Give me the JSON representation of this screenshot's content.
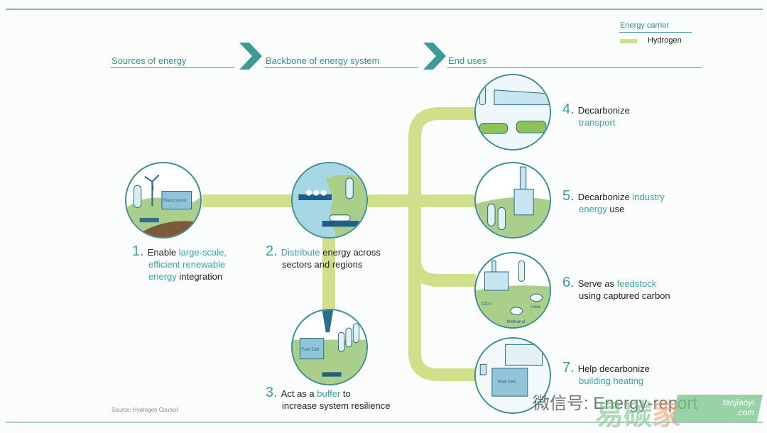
{
  "header": {
    "sections": [
      "Sources of energy",
      "Backbone of energy system",
      "End uses"
    ],
    "legend": {
      "title": "Energy carrier",
      "items": [
        {
          "label": "Hydrogen",
          "color": "#cfdf8a"
        }
      ]
    }
  },
  "colors": {
    "teal": "#3a9ca0",
    "hydrogen": "#cfdf8a",
    "circle_border": "#3d8f90"
  },
  "steps": [
    {
      "num": "1.",
      "parts": [
        [
          "Enable ",
          false
        ],
        [
          "large-scale,",
          true
        ]
      ],
      "lines": [
        [
          [
            "efficient renewable",
            true
          ]
        ],
        [
          [
            "energy",
            true
          ],
          [
            " integration",
            false
          ]
        ]
      ],
      "icon": "electrolyzer-wind-illustration",
      "circle_labels": [
        "Electrolyzer"
      ]
    },
    {
      "num": "2.",
      "parts": [
        [
          "Distribute",
          true
        ],
        [
          " energy across",
          false
        ]
      ],
      "lines": [
        [
          [
            "sectors and regions",
            false
          ]
        ]
      ],
      "icon": "shipping-distribution-illustration"
    },
    {
      "num": "3.",
      "parts": [
        [
          "Act as a ",
          false
        ],
        [
          "buffer",
          true
        ],
        [
          " to",
          false
        ]
      ],
      "lines": [
        [
          [
            "increase system resilience",
            false
          ]
        ]
      ],
      "icon": "power-storage-illustration",
      "circle_labels": [
        "Fuel Cell"
      ]
    },
    {
      "num": "4.",
      "parts": [
        [
          "Decarbonize",
          false
        ]
      ],
      "lines": [
        [
          [
            "transport",
            true
          ]
        ]
      ],
      "icon": "fuel-station-cars-illustration"
    },
    {
      "num": "5.",
      "parts": [
        [
          "Decarbonize ",
          false
        ],
        [
          "industry",
          true
        ]
      ],
      "lines": [
        [
          [
            "energy",
            true
          ],
          [
            " use",
            false
          ]
        ]
      ],
      "icon": "industry-plant-illustration"
    },
    {
      "num": "6.",
      "parts": [
        [
          "Serve as ",
          false
        ],
        [
          "feedstock",
          true
        ]
      ],
      "lines": [
        [
          [
            "using captured carbon",
            false
          ]
        ]
      ],
      "icon": "feedstock-plant-illustration",
      "circle_labels": [
        "CCU",
        "Urea",
        "Methanol"
      ]
    },
    {
      "num": "7.",
      "parts": [
        [
          "Help decarbonize",
          false
        ]
      ],
      "lines": [
        [
          [
            "building heating",
            true
          ]
        ]
      ],
      "icon": "building-heating-illustration",
      "circle_labels": [
        "Fuel Cell"
      ]
    }
  ],
  "source": "Source: Hydrogen Council",
  "watermark": {
    "wechat": "微信号: Energy-report",
    "brand_cn_1": "易碳",
    "brand_cn_2": "家",
    "brand_en_1": "tanjiaoyi",
    "brand_en_2": ".com"
  }
}
